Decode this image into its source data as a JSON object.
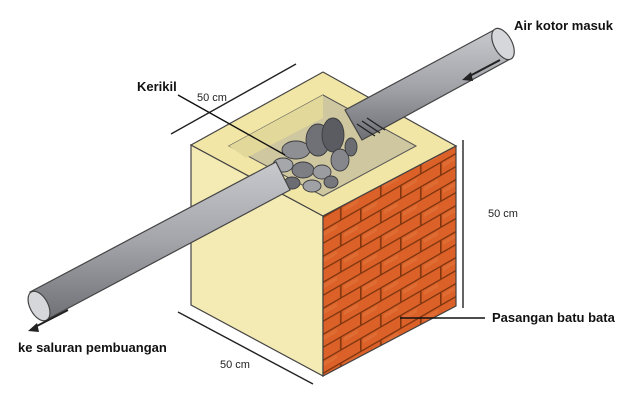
{
  "labels": {
    "inlet": "Air kotor masuk",
    "gravel": "Kerikil",
    "outlet": "ke saluran pembuangan",
    "brick": "Pasangan batu bata",
    "dim_top": "50 cm",
    "dim_side": "50 cm",
    "dim_bottom": "50 cm"
  },
  "colors": {
    "concrete": "#f4ebb4",
    "concrete_dark": "#e6d993",
    "brick": "#e9682c",
    "brick_dark": "#c94d16",
    "mortar": "#8a3a10",
    "pipe": "#a3a5aa",
    "pipe_dark": "#6e7075",
    "gravel": "#8d8f93"
  }
}
